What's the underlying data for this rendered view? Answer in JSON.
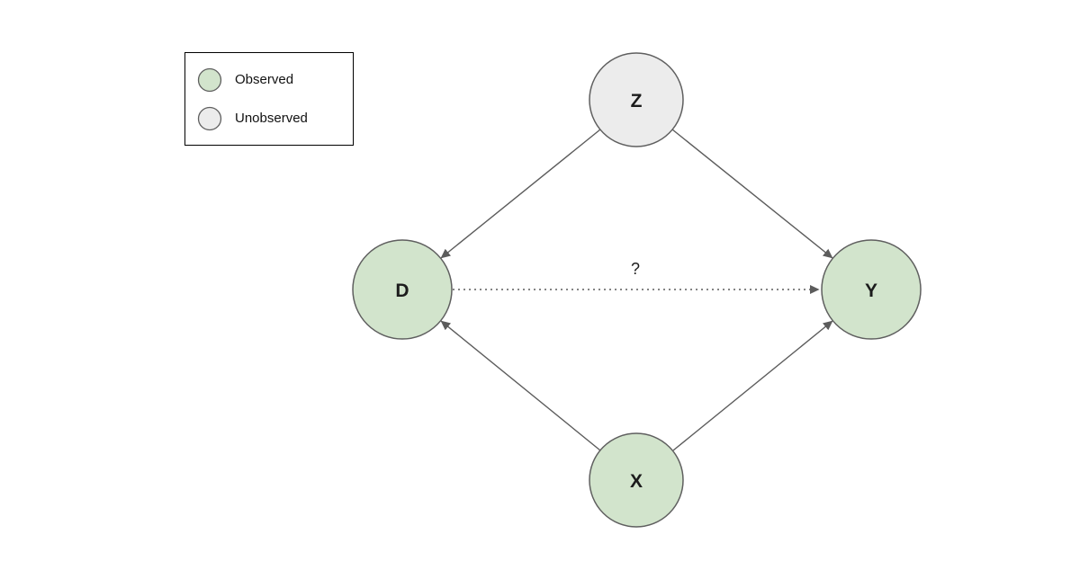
{
  "legend": {
    "items": [
      {
        "label": "Observed",
        "color": "#d2e4cc"
      },
      {
        "label": "Unobserved",
        "color": "#ececec"
      }
    ]
  },
  "nodes": [
    {
      "id": "Z",
      "label": "Z",
      "type": "unobserved"
    },
    {
      "id": "D",
      "label": "D",
      "type": "observed"
    },
    {
      "id": "Y",
      "label": "Y",
      "type": "observed"
    },
    {
      "id": "X",
      "label": "X",
      "type": "observed"
    }
  ],
  "edges": [
    {
      "from": "Z",
      "to": "D",
      "style": "solid",
      "label": ""
    },
    {
      "from": "Z",
      "to": "Y",
      "style": "solid",
      "label": ""
    },
    {
      "from": "X",
      "to": "D",
      "style": "solid",
      "label": ""
    },
    {
      "from": "X",
      "to": "Y",
      "style": "solid",
      "label": ""
    },
    {
      "from": "D",
      "to": "Y",
      "style": "dotted",
      "label": "?"
    }
  ],
  "colors": {
    "observed": "#d2e4cc",
    "unobserved": "#ececec",
    "stroke": "#5f5f5f"
  }
}
